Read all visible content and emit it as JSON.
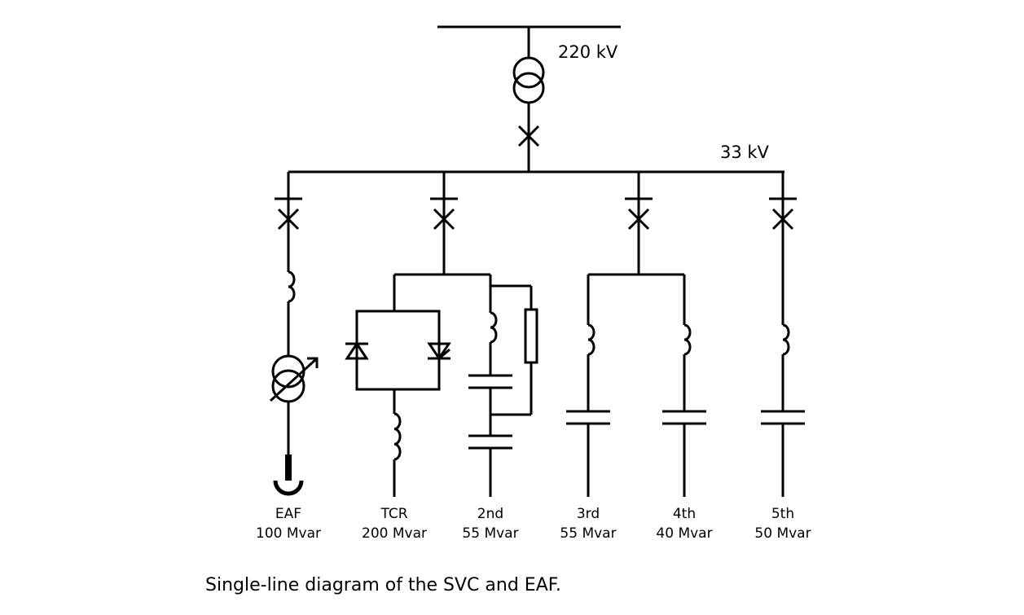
{
  "voltages": {
    "hv": "220 kV",
    "mv": "33 kV"
  },
  "feeders": [
    {
      "name": "EAF",
      "rating": "100 Mvar"
    },
    {
      "name": "TCR",
      "rating": "200 Mvar"
    },
    {
      "name": "2nd",
      "rating": "55 Mvar"
    },
    {
      "name": "3rd",
      "rating": "55 Mvar"
    },
    {
      "name": "4th",
      "rating": "40 Mvar"
    },
    {
      "name": "5th",
      "rating": "50 Mvar"
    }
  ],
  "caption": "Single-line diagram of the SVC and EAF."
}
